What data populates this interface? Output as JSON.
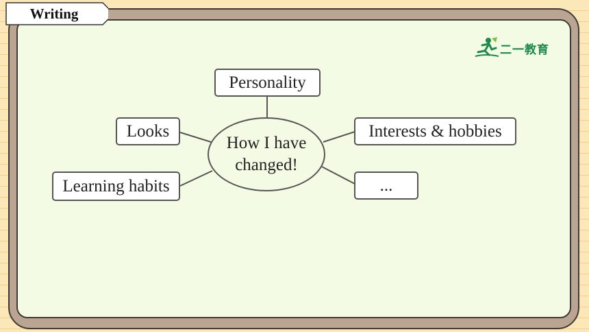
{
  "tag": {
    "label": "Writing"
  },
  "logo": {
    "text": "二一教育",
    "icon": "running-figure-icon"
  },
  "mindmap": {
    "center": "How I have changed!",
    "branches": {
      "personality": "Personality",
      "looks": "Looks",
      "interests": "Interests & hobbies",
      "learning": "Learning habits",
      "more": "..."
    }
  },
  "colors": {
    "page_background": "#fbe7b8",
    "frame": "#b9a592",
    "panel": "#f4fbe4",
    "border": "#555555",
    "logo_green": "#1e8b4a"
  }
}
